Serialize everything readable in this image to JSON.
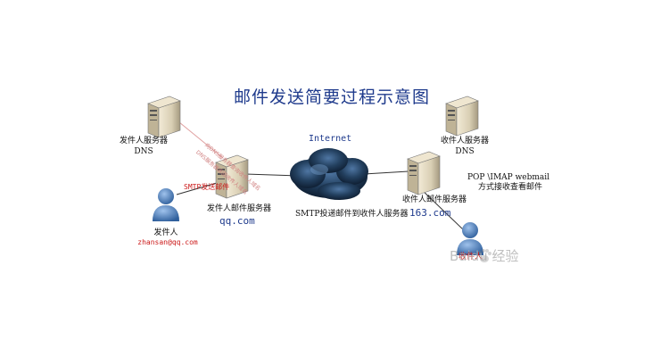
{
  "title": "邮件发送简要过程示意图",
  "internet_label": "Internet",
  "sender_dns": {
    "line1": "发件人服务器",
    "line2": "DNS"
  },
  "receiver_dns": {
    "line1": "收件人服务器",
    "line2": "DNS"
  },
  "sender_mail_server": {
    "name": "发件人邮件服务器",
    "domain": "qq.com"
  },
  "receiver_mail_server": {
    "name": "收件人邮件服务器",
    "domain": "163.com"
  },
  "sender": {
    "name": "发件人",
    "email": "zhansan@qq.com"
  },
  "receiver": {
    "name": "收件人"
  },
  "smtp_send_label": "SMTP发送邮件",
  "smtp_deliver_label": "SMTP投递邮件到收件人服务器",
  "pop_imap_label": {
    "line1": "POP \\IMAP  webmail",
    "line2": "方式接收查看邮件"
  },
  "dns_query_labels": [
    "向DNS服务器查询收件人域名",
    "DNS服务器返回收件人域名"
  ],
  "watermark": "Baidu 经验",
  "colors": {
    "title": "#1e3a8c",
    "accent_red": "#cc1a1a",
    "cloud": "#1c2f48"
  }
}
